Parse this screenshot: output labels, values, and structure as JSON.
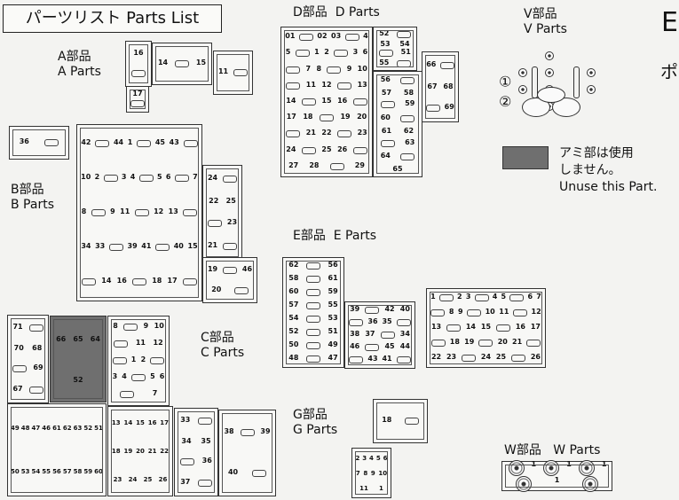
{
  "header": {
    "title": "パーツリスト Parts List"
  },
  "edge_text": {
    "letter": "E",
    "kana": "ポ"
  },
  "sections": {
    "A": {
      "jp": "A部品",
      "en": "A Parts"
    },
    "B": {
      "jp": "B部品",
      "en": "B Parts"
    },
    "C": {
      "jp": "C部品",
      "en": "C Parts"
    },
    "D": {
      "jp": "D部品",
      "en": "D Parts"
    },
    "E": {
      "jp": "E部品",
      "en": "E Parts"
    },
    "G": {
      "jp": "G部品",
      "en": "G Parts"
    },
    "V": {
      "jp": "V部品",
      "en": "V Parts",
      "item1": "①",
      "item2": "②"
    },
    "W": {
      "jp": "W部品",
      "en": "W Parts"
    }
  },
  "legend": {
    "line1": "アミ部は使用",
    "line2": "しません。",
    "line3": "Unuse this Part.",
    "swatch_color": "#6f6f6f"
  },
  "sprues": {
    "a1": [
      "16"
    ],
    "a2": [
      "14",
      "15"
    ],
    "a3": [
      "11"
    ],
    "a4": [
      "17"
    ],
    "b0": [
      "36"
    ],
    "b1": [
      "42",
      "44",
      "1",
      "45",
      "43",
      "10",
      "2",
      "3",
      "4",
      "5",
      "6",
      "7",
      "8",
      "9",
      "11",
      "12",
      "13",
      "34",
      "33",
      "39",
      "41",
      "40",
      "15",
      "14",
      "16",
      "18",
      "17"
    ],
    "b2": [
      "24",
      "22",
      "25",
      "23",
      "21"
    ],
    "b3": [
      "19",
      "46",
      "20"
    ],
    "c1": [
      "71",
      "70",
      "68",
      "69",
      "67"
    ],
    "c2": [
      "66",
      "65",
      "64",
      "52"
    ],
    "c3": [
      "8",
      "9",
      "10",
      "11",
      "12",
      "1",
      "2",
      "3",
      "4",
      "5",
      "6",
      "7"
    ],
    "c4": [
      "49",
      "48",
      "47",
      "46",
      "61",
      "62",
      "63",
      "52",
      "51",
      "50",
      "53",
      "54",
      "55",
      "56",
      "57",
      "58",
      "59",
      "60"
    ],
    "c5": [
      "13",
      "14",
      "15",
      "16",
      "17",
      "18",
      "19",
      "20",
      "21",
      "22",
      "23",
      "24",
      "25",
      "26"
    ],
    "c6": [
      "33",
      "34",
      "35",
      "36",
      "37"
    ],
    "c7": [
      "38",
      "39",
      "40"
    ],
    "d1": [
      "01",
      "02",
      "03",
      "4",
      "5",
      "1",
      "2",
      "3",
      "6",
      "7",
      "8",
      "9",
      "10",
      "11",
      "12",
      "13",
      "14",
      "15",
      "16",
      "17",
      "18",
      "19",
      "20",
      "21",
      "22",
      "23",
      "24",
      "25",
      "26",
      "27",
      "28",
      "29"
    ],
    "d2": [
      "52",
      "53",
      "54",
      "51",
      "55"
    ],
    "d3": [
      "56",
      "57",
      "58",
      "59",
      "60",
      "61",
      "62",
      "63",
      "64",
      "65"
    ],
    "d4": [
      "66",
      "67",
      "68",
      "69"
    ],
    "e1": [
      "62",
      "56",
      "58",
      "61",
      "60",
      "59",
      "57",
      "55",
      "54",
      "53",
      "52",
      "51",
      "50",
      "49",
      "48",
      "47"
    ],
    "e2": [
      "39",
      "42",
      "40",
      "36",
      "35",
      "38",
      "37",
      "34",
      "46",
      "45",
      "44",
      "43",
      "41"
    ],
    "e3": [
      "1",
      "2",
      "3",
      "4",
      "5",
      "6",
      "7",
      "8",
      "9",
      "10",
      "11",
      "12",
      "13",
      "14",
      "15",
      "16",
      "17",
      "18",
      "19",
      "20",
      "21",
      "22",
      "23",
      "24",
      "25",
      "26"
    ],
    "g1": [
      "18"
    ],
    "g2": [
      "2",
      "3",
      "4",
      "5",
      "6",
      "7",
      "8",
      "9",
      "10",
      "11",
      "1"
    ],
    "w1": [
      "1",
      "1",
      "1",
      "1"
    ]
  }
}
